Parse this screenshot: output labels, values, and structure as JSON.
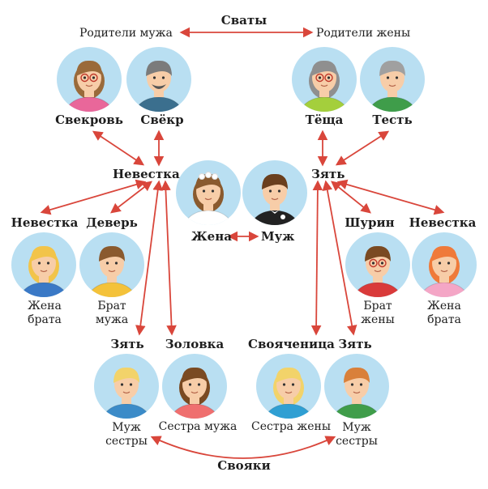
{
  "colors": {
    "arrow": "#d9463b",
    "circle": "#b9dff2",
    "skin": "#f7cda8",
    "text": "#1e1e1e"
  },
  "labels": {
    "svaty": "Сваты",
    "roditeli_muzha": "Родители мужа",
    "roditeli_zheny": "Родители жены",
    "svekrov": "Свекровь",
    "svekr": "Свёкр",
    "teshcha": "Тёща",
    "test": "Тесть",
    "nevestka_center": "Невестка",
    "zyat_center": "Зять",
    "zhena": "Жена",
    "muzh": "Муж",
    "nevestka_left": "Невестка",
    "dever": "Деверь",
    "shurin": "Шурин",
    "nevestka_right": "Невестка",
    "zhena_brata_left": "Жена\nбрата",
    "brat_muzha": "Брат\nмужа",
    "brat_zheny": "Брат\nжены",
    "zhena_brata_right": "Жена\nбрата",
    "zyat_bottom_left": "Зять",
    "zolovka": "Золовка",
    "svoyachenitsa": "Свояченица",
    "zyat_bottom_right": "Зять",
    "muzh_sestry_left": "Муж\nсестры",
    "sestra_muzha": "Сестра мужа",
    "sestra_zheny": "Сестра жены",
    "muzh_sestry_right": "Муж\nсестры",
    "svoyaki": "Свояки"
  },
  "people": [
    {
      "id": "svekrov",
      "icon": "mother-in-law-icon",
      "hair": "#9a6a3a",
      "shirt": "#e9679a",
      "glasses": true,
      "beard": false
    },
    {
      "id": "svekr",
      "icon": "father-in-law-icon",
      "hair": "#7b7b7b",
      "shirt": "#3b6f8e",
      "glasses": false,
      "beard": true
    },
    {
      "id": "teshcha",
      "icon": "wifes-mother-icon",
      "hair": "#8f8f8f",
      "shirt": "#a4cf3c",
      "glasses": true,
      "beard": false
    },
    {
      "id": "test",
      "icon": "wifes-father-icon",
      "hair": "#a0a0a0",
      "shirt": "#3f9d4a",
      "glasses": false,
      "beard": false
    },
    {
      "id": "zhena",
      "icon": "bride-icon",
      "hair": "#8a5a2e",
      "shirt": "#ffffff",
      "glasses": false,
      "beard": false
    },
    {
      "id": "muzh",
      "icon": "groom-icon",
      "hair": "#6a3f1e",
      "shirt": "#222222",
      "glasses": false,
      "beard": false
    },
    {
      "id": "zhena_brata_left",
      "icon": "brothers-wife-icon",
      "hair": "#f2c44a",
      "shirt": "#3a79c6",
      "glasses": false,
      "beard": false
    },
    {
      "id": "brat_muzha",
      "icon": "husbands-brother-icon",
      "hair": "#8a5a2e",
      "shirt": "#f4c23a",
      "glasses": false,
      "beard": false
    },
    {
      "id": "brat_zheny",
      "icon": "wifes-brother-icon",
      "hair": "#7a4a22",
      "shirt": "#d93a3a",
      "glasses": true,
      "beard": false
    },
    {
      "id": "zhena_brata_right",
      "icon": "brothers-wife-right-icon",
      "hair": "#ef7a3a",
      "shirt": "#f4a6c6",
      "glasses": false,
      "beard": false
    },
    {
      "id": "muzh_sestry_left",
      "icon": "sisters-husband-icon",
      "hair": "#f2d36a",
      "shirt": "#3b8bc8",
      "glasses": false,
      "beard": false
    },
    {
      "id": "sestra_muzha",
      "icon": "husbands-sister-icon",
      "hair": "#7a4a22",
      "shirt": "#ef6f6f",
      "glasses": false,
      "beard": false
    },
    {
      "id": "sestra_zheny",
      "icon": "wifes-sister-icon",
      "hair": "#f2d36a",
      "shirt": "#2f9fd3",
      "glasses": false,
      "beard": false
    },
    {
      "id": "muzh_sestry_right",
      "icon": "sisters-husband-right-icon",
      "hair": "#d9803a",
      "shirt": "#3f9d4a",
      "glasses": false,
      "beard": false
    }
  ]
}
